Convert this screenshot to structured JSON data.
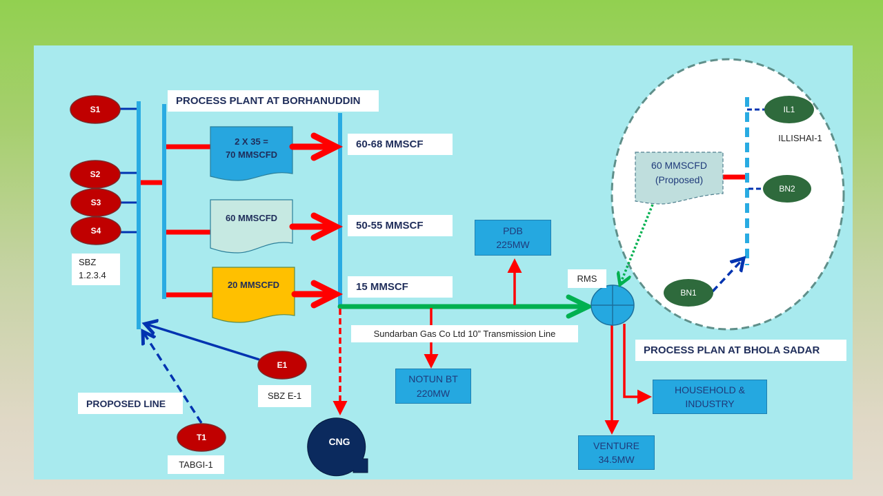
{
  "title": "PROCESS PLANT AT BORHANUDDIN",
  "bhola_title": "PROCESS PLAN AT BHOLA SADAR",
  "sources": {
    "s1": "S1",
    "s2": "S2",
    "s3": "S3",
    "s4": "S4",
    "sbz_label_line1": "SBZ",
    "sbz_label_line2": "1.2.3.4",
    "e1": "E1",
    "e1_label": "SBZ E-1",
    "t1": "T1",
    "t1_label": "TABGI-1",
    "proposed_line_label": "PROPOSED LINE"
  },
  "plants": [
    {
      "line1": "2 X 35 =",
      "line2": "70 MMSCFD",
      "color": "#27a6df",
      "output": "60-68 MMSCF"
    },
    {
      "line1": "60 MMSCFD",
      "line2": "",
      "color": "#c6e9e2",
      "output": "50-55 MMSCF"
    },
    {
      "line1": "20 MMSCFD",
      "line2": "",
      "color": "#ffc000",
      "output": "15 MMSCF"
    }
  ],
  "transmission_label": "Sundarban Gas Co Ltd 10” Transmission Line",
  "consumers": {
    "cng": "CNG",
    "notun_bt_line1": "NOTUN BT",
    "notun_bt_line2": "220MW",
    "pdb_line1": "PDB",
    "pdb_line2": "225MW",
    "rms": "RMS",
    "household_line1": "HOUSEHOLD &",
    "household_line2": "INDUSTRY",
    "venture_line1": "VENTURE",
    "venture_line2": "34.5MW"
  },
  "bhola": {
    "proposed_plant_line1": "60 MMSCFD",
    "proposed_plant_line2": "(Proposed)",
    "il1": "IL1",
    "bn2": "BN2",
    "bn1": "BN1",
    "illishai_label": "ILLISHAI-1"
  },
  "colors": {
    "source_oval": "#c00000",
    "bhola_oval": "#2e6a3c",
    "bus": "#29abe2",
    "pipe_red": "#ff0000",
    "pipe_green": "#00b050",
    "connector_blue": "#0033b0",
    "label_text": "#1f2d5a"
  }
}
